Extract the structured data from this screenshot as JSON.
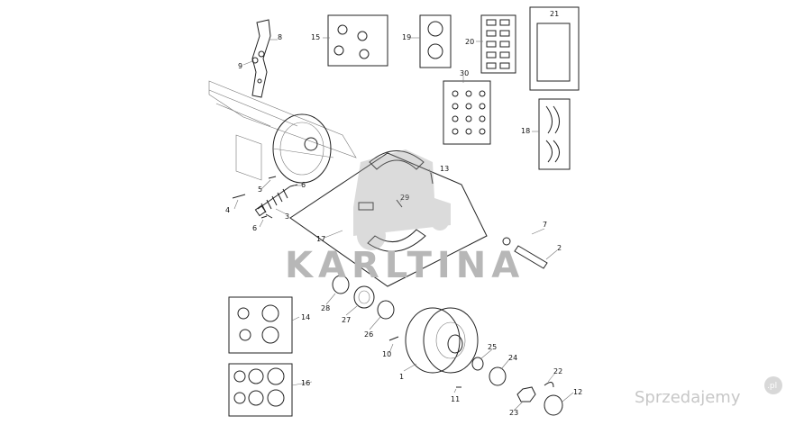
{
  "watermark": {
    "main": "KARLTINA",
    "site": "Sprzedajemy",
    "site_suffix": ".pl"
  },
  "labels": {
    "p1": "1",
    "p2": "2",
    "p3": "3",
    "p4": "4",
    "p5": "5",
    "p6a": "6",
    "p6b": "6",
    "p7": "7",
    "p8": "8",
    "p9": "9",
    "p10": "10",
    "p11": "11",
    "p12": "12",
    "p13": "13",
    "p14": "14",
    "p15": "15",
    "p16": "16",
    "p17": "17",
    "p18": "18",
    "p19": "19",
    "p20": "20",
    "p21": "21",
    "p22": "22",
    "p23": "23",
    "p24": "24",
    "p25": "25",
    "p26": "26",
    "p27": "27",
    "p28": "28",
    "p29": "29",
    "p30": "30"
  },
  "colors": {
    "line": "#222222",
    "watermark": "#b7b7b7",
    "badge": "#d8d8d8"
  }
}
